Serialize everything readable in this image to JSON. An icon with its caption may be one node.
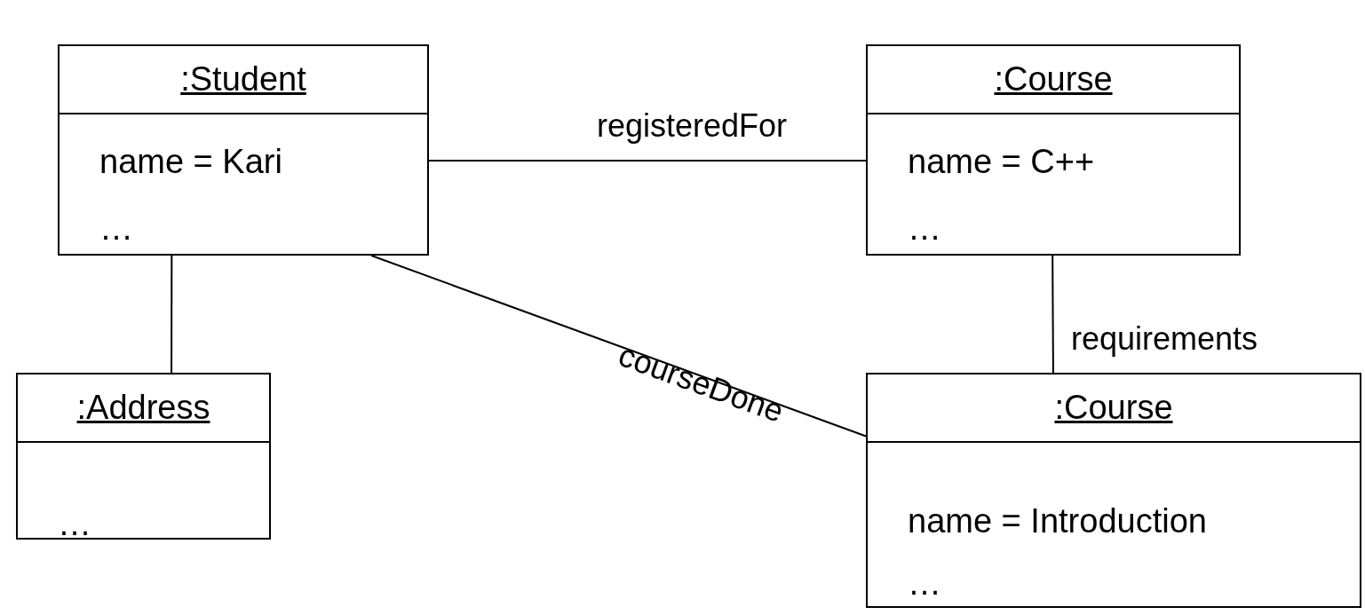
{
  "diagram": {
    "nodes": [
      {
        "text": [
          ":Student",
          "name = Kari",
          "…"
        ]
      },
      {
        "text": [
          ":Course",
          "name = C++",
          "…"
        ]
      },
      {
        "text": [
          ":Address",
          "…"
        ]
      },
      {
        "text": [
          ":Course",
          "name = Introduction",
          "…"
        ]
      }
    ],
    "edges": [
      {
        "from": 0,
        "to": 1,
        "arrow": "none",
        "label": "registeredFor"
      },
      {
        "from": 0,
        "to": 2,
        "arrow": "none"
      },
      {
        "from": 0,
        "to": 3,
        "arrow": "none",
        "label": "courseDone"
      },
      {
        "from": 1,
        "to": 3,
        "arrow": "none",
        "label": "requirements"
      }
    ]
  }
}
